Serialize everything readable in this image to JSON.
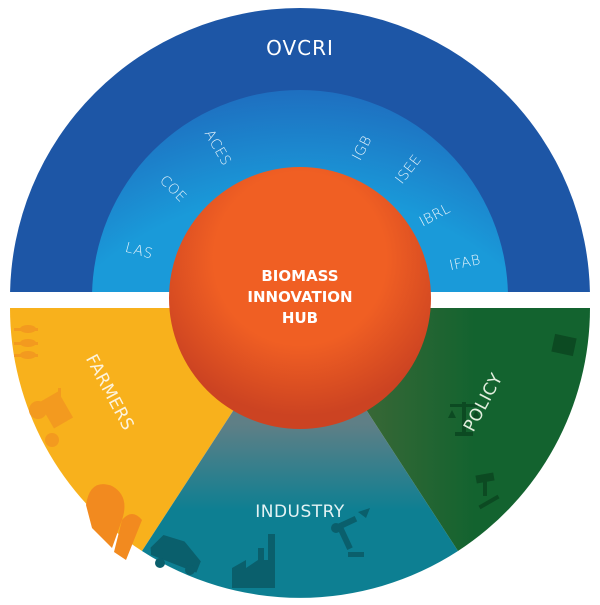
{
  "hub": {
    "lines": [
      "BIOMASS",
      "INNOVATION",
      "HUB"
    ],
    "color": "#ee5a24"
  },
  "outer_ring": {
    "label": "OVCRI",
    "color": "#1d56a6"
  },
  "inner_ring": {
    "color": "#1a9ad9",
    "units": [
      "ACES",
      "COE",
      "LAS",
      "IGB",
      "ISEE",
      "IBRL",
      "IFAB"
    ]
  },
  "segments": [
    {
      "label": "FARMERS",
      "color": "#f8b11c",
      "icons": [
        "wheat-icon",
        "tractor-icon",
        "hand-icon"
      ]
    },
    {
      "label": "INDUSTRY",
      "color": "#0d7f92",
      "icons": [
        "car-icon",
        "factory-icon",
        "robot-arm-icon"
      ]
    },
    {
      "label": "POLICY",
      "color": "#13632f",
      "icons": [
        "document-icon",
        "scales-icon",
        "gavel-icon"
      ]
    }
  ]
}
